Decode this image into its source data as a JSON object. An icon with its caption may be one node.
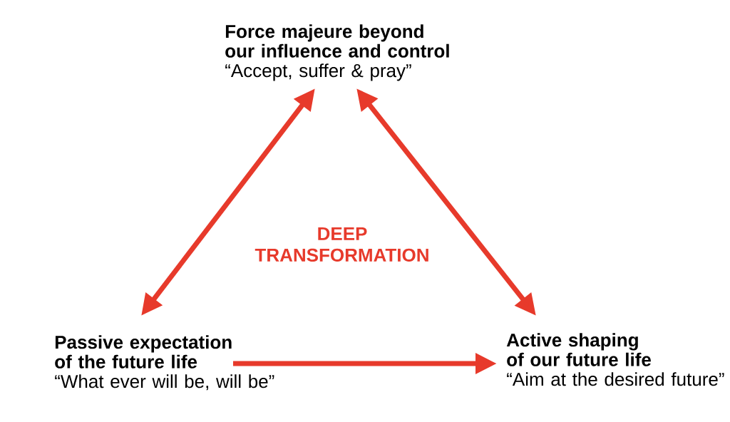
{
  "diagram": {
    "nodes": [
      {
        "text": [
          "Force majeure beyond our influence and control",
          "“Accept, suffer & pray”"
        ]
      },
      {
        "text": [
          "Passive expectation of the future life",
          "“What ever will be, will be”"
        ]
      },
      {
        "text": [
          "Active shaping of our future life",
          "“Aim at the desired future”"
        ]
      }
    ],
    "edges": [
      {
        "from": 0,
        "to": 1,
        "arrow": "both"
      },
      {
        "from": 0,
        "to": 2,
        "arrow": "both"
      },
      {
        "from": 1,
        "to": 2,
        "arrow": "to"
      }
    ],
    "labels": [
      "DEEP TRANSFORMATION"
    ]
  }
}
